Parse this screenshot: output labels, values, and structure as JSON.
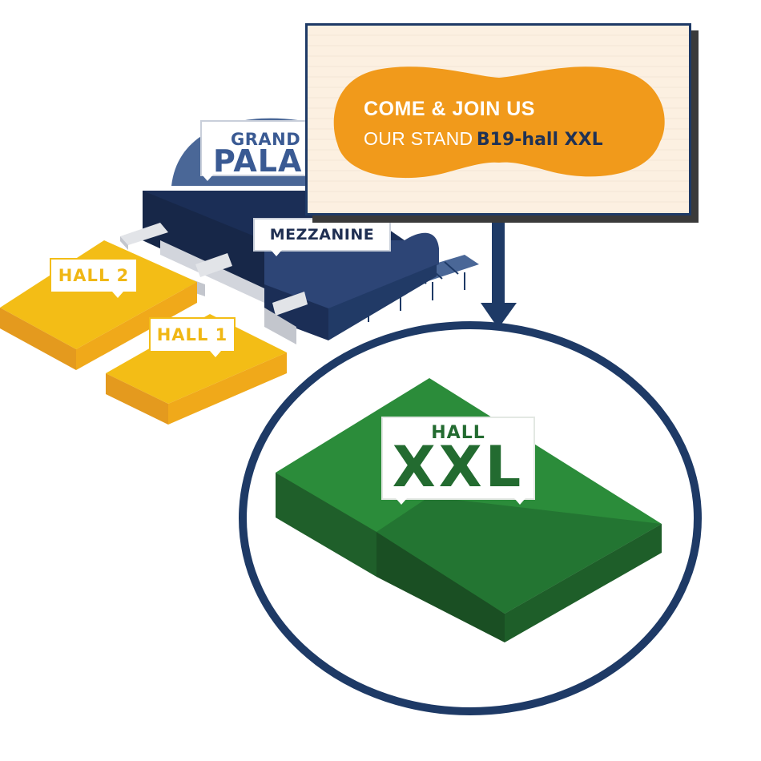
{
  "promo": {
    "line1": "COME & JOIN US",
    "line2_prefix": "OUR STAND",
    "stand": "B19-hall XXL"
  },
  "labels": {
    "grand_line1": "GRAND",
    "grand_line2": "PALAI",
    "mezzanine": "MEZZANINE",
    "hall2": "HALL 2",
    "hall1": "HALL 1",
    "xxl_small": "HALL",
    "xxl_big": "XXL"
  },
  "colors": {
    "navy": "#1e3a66",
    "dome": "#4a6797",
    "building": "#1b2e56",
    "hall_yellow": "#f3bd16",
    "hall_orange": "#e49a1e",
    "walkway": "#d2d5dc",
    "hall_green_light": "#2b8c3a",
    "hall_green_dark": "#1e5e29",
    "promo_orange": "#f19a1b",
    "panel_bg": "#fcf0e1"
  }
}
